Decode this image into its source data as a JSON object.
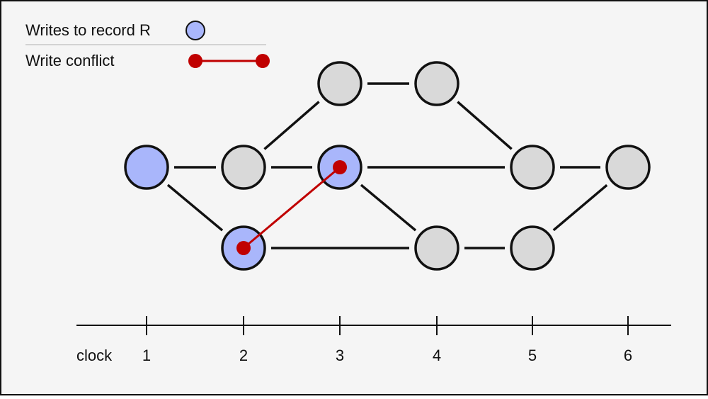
{
  "legend": {
    "writes_label": "Writes to record R",
    "conflict_label": "Write conflict"
  },
  "axis": {
    "label": "clock",
    "ticks": [
      "1",
      "2",
      "3",
      "4",
      "5",
      "6"
    ]
  },
  "colors": {
    "background": "#f5f5f5",
    "frame": "#111111",
    "node_default": "#d9d9d9",
    "node_write": "#a9b6fb",
    "conflict": "#c00000",
    "edge": "#111111"
  },
  "nodes": [
    {
      "id": "n1",
      "clock": 1,
      "lane": "middle",
      "write": true
    },
    {
      "id": "n2m",
      "clock": 2,
      "lane": "middle",
      "write": false
    },
    {
      "id": "n2b",
      "clock": 2,
      "lane": "bottom",
      "write": true
    },
    {
      "id": "n3t",
      "clock": 3,
      "lane": "top",
      "write": false
    },
    {
      "id": "n3m",
      "clock": 3,
      "lane": "middle",
      "write": true
    },
    {
      "id": "n4t",
      "clock": 4,
      "lane": "top",
      "write": false
    },
    {
      "id": "n4b",
      "clock": 4,
      "lane": "bottom",
      "write": false
    },
    {
      "id": "n5m",
      "clock": 5,
      "lane": "middle",
      "write": false
    },
    {
      "id": "n5b",
      "clock": 5,
      "lane": "bottom",
      "write": false
    },
    {
      "id": "n6m",
      "clock": 6,
      "lane": "middle",
      "write": false
    }
  ],
  "edges": [
    [
      "n1",
      "n2m"
    ],
    [
      "n1",
      "n2b"
    ],
    [
      "n2m",
      "n3m"
    ],
    [
      "n2m",
      "n3t"
    ],
    [
      "n3t",
      "n4t"
    ],
    [
      "n4t",
      "n5m"
    ],
    [
      "n3m",
      "n5m"
    ],
    [
      "n3m",
      "n4b"
    ],
    [
      "n2b",
      "n4b"
    ],
    [
      "n4b",
      "n5b"
    ],
    [
      "n5m",
      "n6m"
    ],
    [
      "n5b",
      "n6m"
    ]
  ],
  "conflicts": [
    [
      "n2b",
      "n3m"
    ]
  ]
}
